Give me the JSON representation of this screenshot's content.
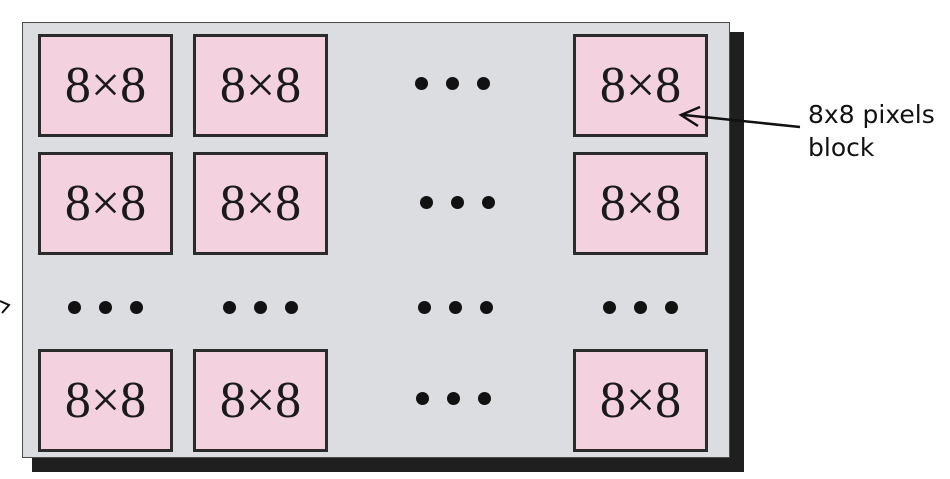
{
  "block_label": "8×8",
  "callout": {
    "line1": "8x8 pixels",
    "line2": "block"
  },
  "colors": {
    "panel": "#dcdde0",
    "block_fill": "#f3d1df",
    "block_border": "#2b2b2b",
    "shadow": "#1f1f1f"
  },
  "grid": {
    "rows": [
      [
        "block",
        "block",
        "dots",
        "block"
      ],
      [
        "block",
        "block",
        "dots",
        "block"
      ],
      [
        "dots",
        "dots",
        "dots",
        "dots"
      ],
      [
        "block",
        "block",
        "dots",
        "block"
      ]
    ]
  }
}
